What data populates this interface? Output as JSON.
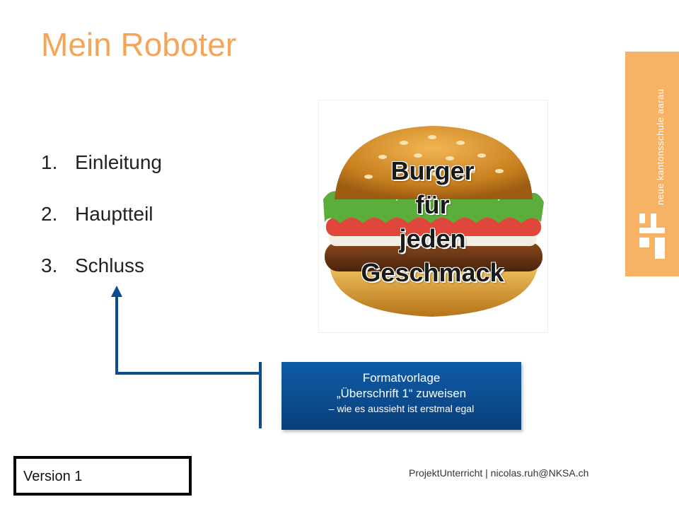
{
  "slide": {
    "title": "Mein Roboter",
    "agenda": [
      {
        "num": "1.",
        "label": "Einleitung"
      },
      {
        "num": "2.",
        "label": "Hauptteil"
      },
      {
        "num": "3.",
        "label": "Schluss"
      }
    ],
    "burger_caption": [
      "Burger",
      "für",
      "jeden",
      "Geschmack"
    ],
    "note": {
      "line1": "Formatvorlage",
      "line2": "„Überschrift 1“ zuweisen",
      "line3": "– wie es aussieht ist erstmal egal"
    },
    "version_label": "Version 1",
    "footer": "ProjektUnterricht | nicolas.ruh@NKSA.ch"
  },
  "brand": {
    "name": "neue kantonsschule aarau",
    "color": "#f7b266"
  },
  "colors": {
    "title": "#f4a55a",
    "note_bg": "#0f5ca8",
    "arrow": "#0c4d8f"
  }
}
